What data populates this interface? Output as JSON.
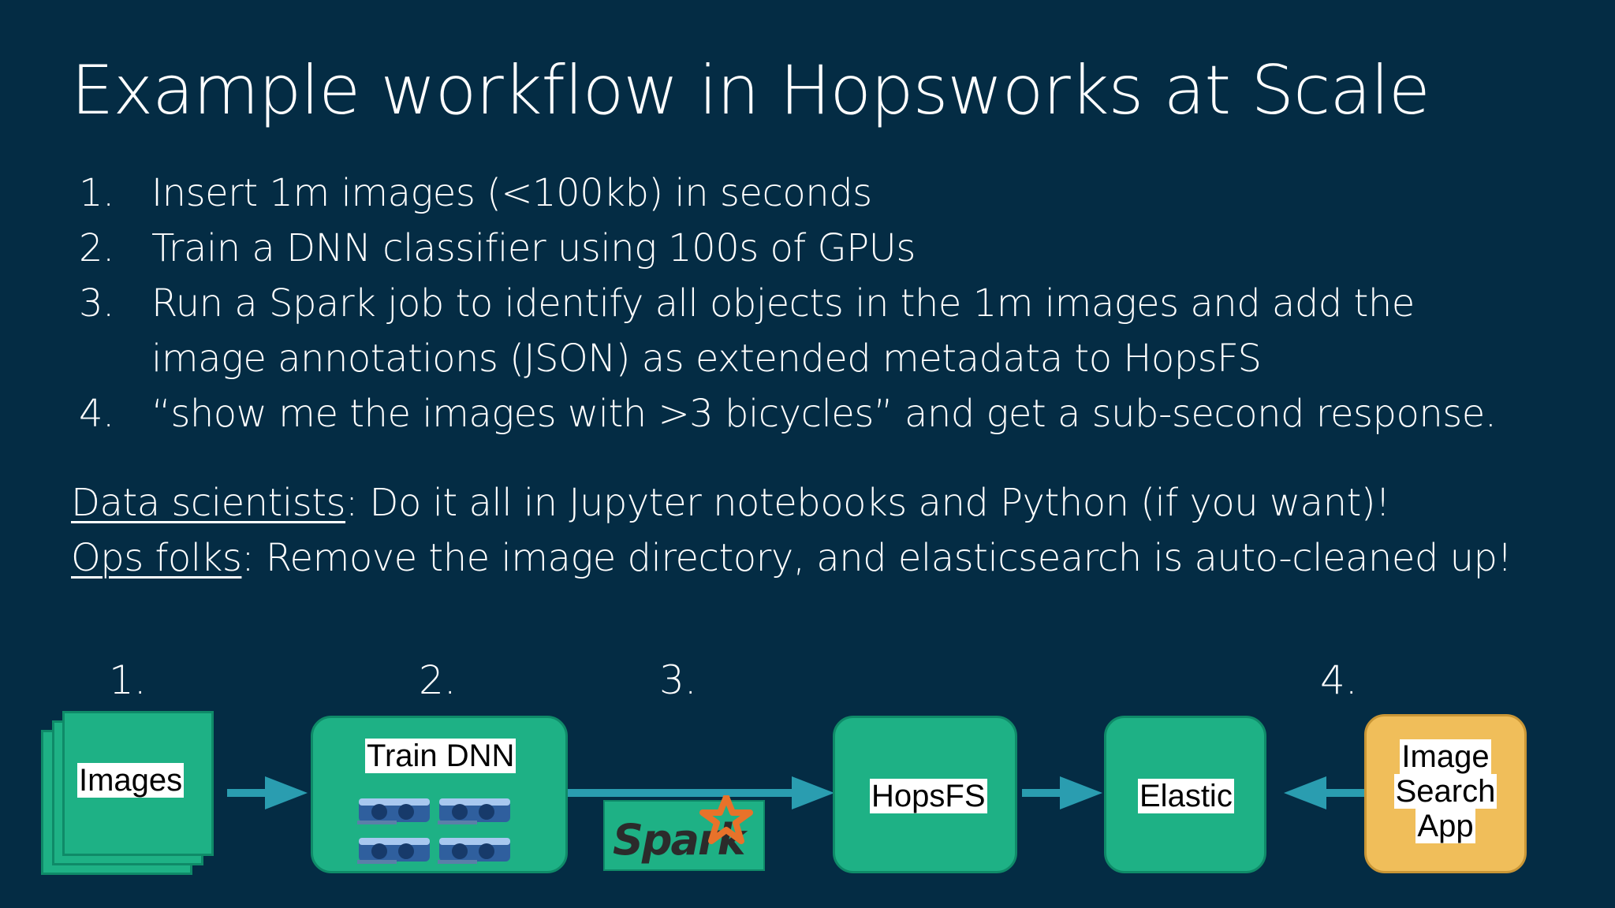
{
  "slide": {
    "title": "Example workflow in Hopsworks at Scale",
    "steps": [
      {
        "num": "1.",
        "text": "Insert 1m images (<100kb) in seconds"
      },
      {
        "num": "2.",
        "text": "Train a DNN classifier using 100s of GPUs"
      },
      {
        "num": "3.",
        "text": "Run a Spark job to identify all objects in the 1m images  and add the image annotations (JSON) as extended metadata to HopsFS"
      },
      {
        "num": "4.",
        "text": "“show me the images with >3 bicycles” and get a sub-second response."
      }
    ],
    "notes": [
      {
        "label": "Data scientists",
        "text": ": Do it all in Jupyter notebooks and Python (if you want)!"
      },
      {
        "label": "Ops folks",
        "text": ": Remove the image directory, and elasticsearch is auto-cleaned up!"
      }
    ]
  },
  "diagram": {
    "phases": [
      "1.",
      "2.",
      "3.",
      "4."
    ],
    "nodes": {
      "images": "Images",
      "train": "Train DNN",
      "spark": "Spark",
      "hopsfs": "HopsFS",
      "elastic": "Elastic",
      "app": [
        "Image",
        "Search",
        "App"
      ]
    },
    "colors": {
      "background": "#042c44",
      "node_green": "#1eb185",
      "node_border": "#0f8a68",
      "app_orange": "#f0be5a",
      "arrow": "#2a9db0",
      "spark_orange": "#e8722a"
    },
    "icons": [
      "gpu-card-icon",
      "spark-star-icon",
      "arrow-right-icon",
      "arrow-left-icon"
    ]
  }
}
